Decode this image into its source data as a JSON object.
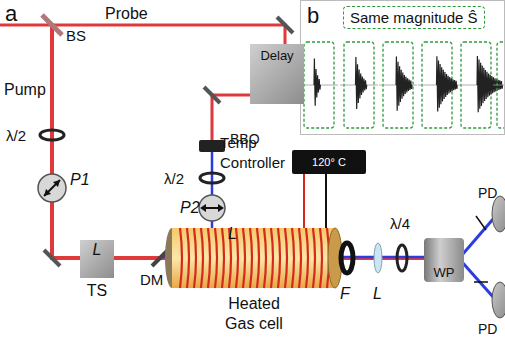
{
  "diagram": {
    "nodes": [
      {
        "text": [
          "b"
        ]
      },
      {
        "text": [
          "Same magnitude Ŝ"
        ],
        "in": 0
      },
      {
        "text": [
          "Delay"
        ]
      },
      {
        "text": [
          "L",
          "TS"
        ]
      },
      {
        "text": [
          "Temp Controller",
          "120° C"
        ]
      },
      {
        "text": [
          "Heated Gas cell"
        ]
      },
      {
        "text": [
          "WP"
        ]
      }
    ],
    "edges": [
      {
        "from": 4,
        "to": 5,
        "arrow": "none"
      },
      {
        "from": 4,
        "to": 5,
        "arrow": "none"
      }
    ],
    "labels": [
      "a",
      "Probe",
      "BS",
      "Pump",
      "λ/2",
      "P1",
      "BBO",
      "λ/2",
      "P2",
      "L",
      "DM",
      "F",
      "L",
      "λ/4",
      "PD",
      "PD"
    ]
  }
}
